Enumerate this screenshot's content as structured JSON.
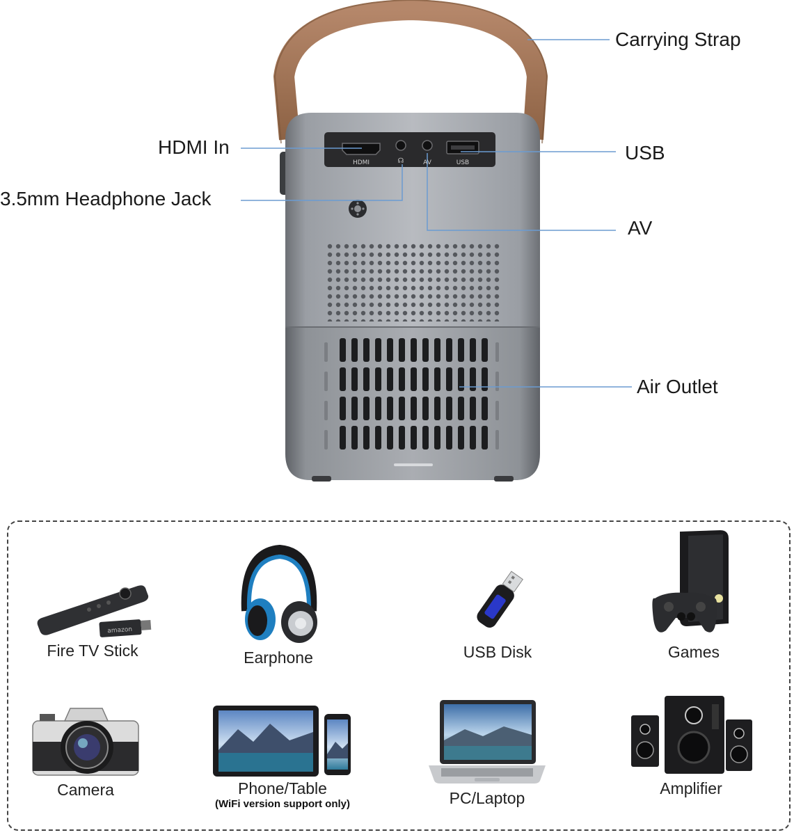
{
  "callouts": {
    "carrying_strap": "Carrying Strap",
    "hdmi_in": "HDMI In",
    "headphone_jack": "3.5mm Headphone Jack",
    "usb": "USB",
    "av": "AV",
    "air_outlet": "Air Outlet"
  },
  "port_labels": {
    "hdmi": "HDMI",
    "av": "AV",
    "usb": "USB"
  },
  "devices": {
    "fire_tv_stick": "Fire TV Stick",
    "earphone": "Earphone",
    "usb_disk": "USB Disk",
    "games": "Games",
    "camera": "Camera",
    "phone_table": "Phone/Table",
    "phone_note": "(WiFi version support only)",
    "pc_laptop": "PC/Laptop",
    "amplifier": "Amplifier"
  },
  "remote_brand": "amazon",
  "colors": {
    "strap": "#a77a55",
    "body": "#8f9399",
    "callout_line": "#6b9bd1",
    "port_panel": "#2a2a2c",
    "earphone_blue": "#1f7fc0"
  }
}
